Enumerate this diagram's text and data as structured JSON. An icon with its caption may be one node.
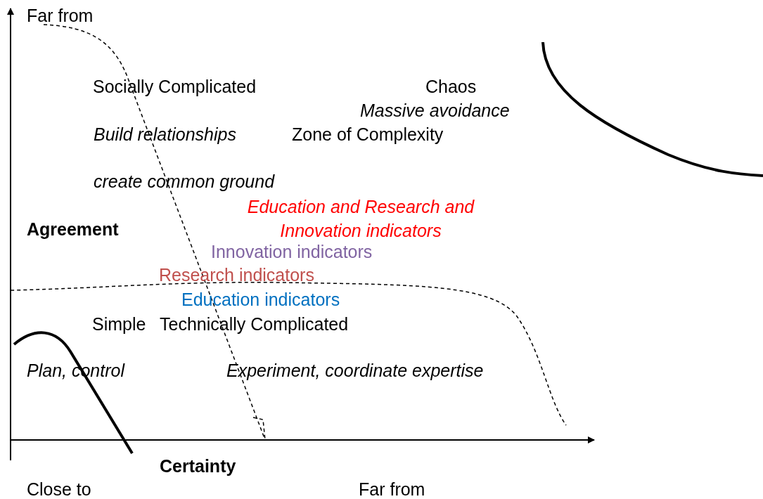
{
  "diagram": {
    "labels": [
      "Far from",
      "Socially Complicated",
      "Chaos",
      "Massive avoidance",
      "Build relationships",
      "Zone of Complexity",
      "create common ground",
      "Education and Research and Innovation indicators",
      "Agreement",
      "Innovation indicators",
      "Research indicators",
      "Education indicators",
      "Simple",
      "Technically Complicated",
      "Plan, control",
      "Experiment, coordinate expertise",
      "Certainty",
      "Close to",
      "Far from"
    ]
  }
}
